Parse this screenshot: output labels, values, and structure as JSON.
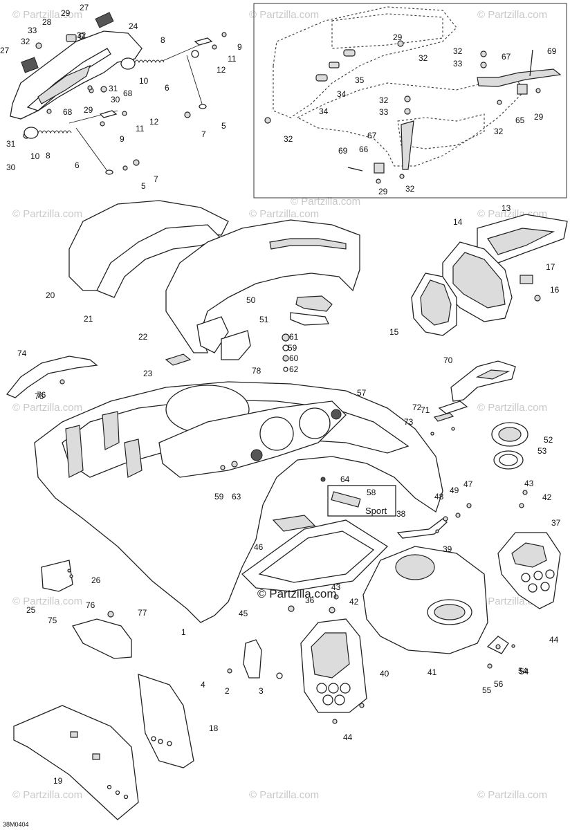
{
  "drawing_code": "38M0404",
  "decal_text": "Sport",
  "watermark": "© Partzilla.com",
  "center_watermark": "© Partzilla.com",
  "callouts": [
    "1",
    "2",
    "3",
    "4",
    "5",
    "6",
    "7",
    "8",
    "9",
    "10",
    "11",
    "12",
    "13",
    "14",
    "15",
    "16",
    "17",
    "18",
    "19",
    "20",
    "21",
    "22",
    "23",
    "24",
    "25",
    "26",
    "27",
    "28",
    "29",
    "30",
    "31",
    "32",
    "33",
    "34",
    "35",
    "36",
    "37",
    "38",
    "39",
    "40",
    "41",
    "42",
    "43",
    "44",
    "45",
    "46",
    "47",
    "48",
    "49",
    "50",
    "51",
    "52",
    "53",
    "54",
    "55",
    "56",
    "57",
    "58",
    "59",
    "60",
    "61",
    "62",
    "63",
    "64",
    "65",
    "66",
    "67",
    "68",
    "69",
    "70",
    "71",
    "72",
    "73",
    "74",
    "75",
    "76",
    "77",
    "78"
  ]
}
